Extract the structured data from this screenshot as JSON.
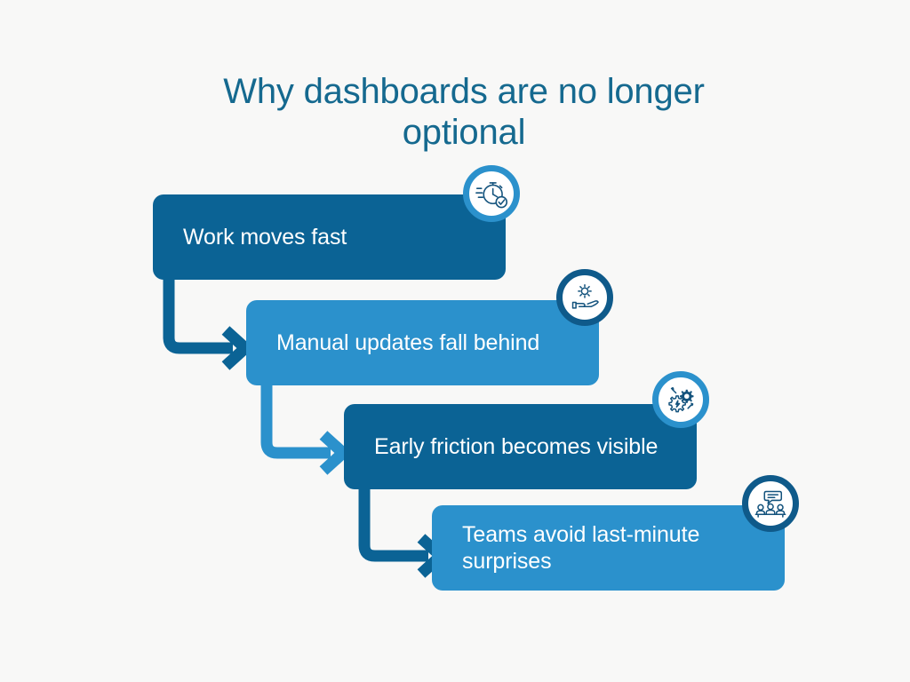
{
  "title": "Why dashboards are no longer optional",
  "colors": {
    "background": "#f8f8f7",
    "title": "#15698f",
    "dark_blue": "#0b6395",
    "light_blue": "#2b91cc",
    "ring_navy": "#0f5a8a",
    "ring_light": "#2b91cc",
    "label_text": "#ffffff"
  },
  "steps": [
    {
      "label": "Work moves fast",
      "icon": "stopwatch-check-icon",
      "box_color": "#0b6395",
      "ring_color": "#2b91cc"
    },
    {
      "label": "Manual updates fall behind",
      "icon": "hand-holding-gear-icon",
      "box_color": "#2b91cc",
      "ring_color": "#0f5a8a"
    },
    {
      "label": "Early friction becomes visible",
      "icon": "gears-lightning-icon",
      "box_color": "#0b6395",
      "ring_color": "#2b91cc"
    },
    {
      "label": "Teams avoid last-minute surprises",
      "icon": "team-meeting-chat-icon",
      "box_color": "#2b91cc",
      "ring_color": "#0f5a8a"
    }
  ],
  "connectors": [
    {
      "name": "connector-1-to-2",
      "color": "#0b6395"
    },
    {
      "name": "connector-2-to-3",
      "color": "#2b91cc"
    },
    {
      "name": "connector-3-to-4",
      "color": "#0b6395"
    }
  ]
}
